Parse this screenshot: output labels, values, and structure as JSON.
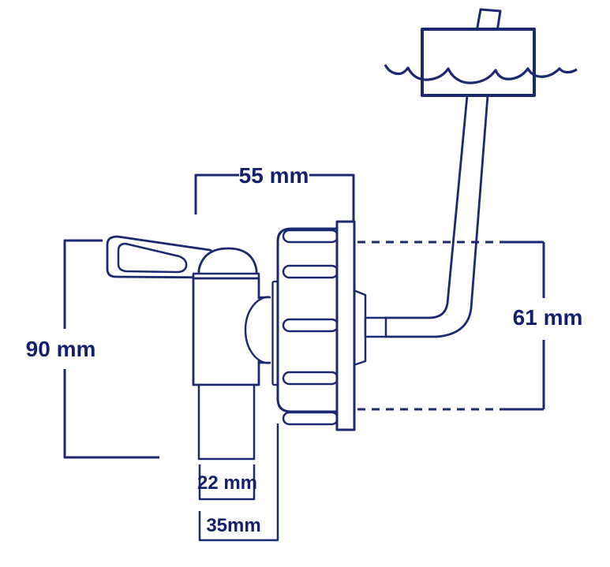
{
  "colors": {
    "line": "#1b2a70",
    "text": "#13206e",
    "background": "#ffffff"
  },
  "dimensions": {
    "top_width": "55 mm",
    "right_height": "61 mm",
    "left_height": "90 mm",
    "spout_width": "22 mm",
    "spout_depth": "35mm"
  }
}
